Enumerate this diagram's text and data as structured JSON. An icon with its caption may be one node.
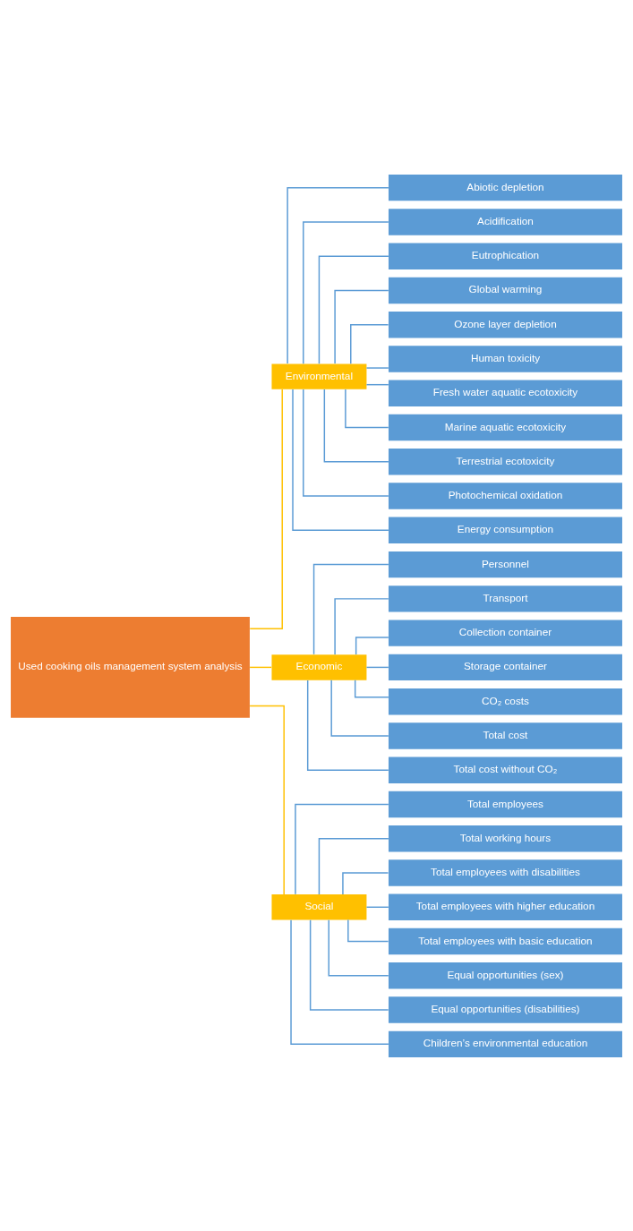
{
  "diagram": {
    "nodes": [
      {
        "text": [
          "Used cooking oils management system analysis"
        ]
      },
      {
        "text": [
          "Environmental"
        ]
      },
      {
        "text": [
          "Economic"
        ]
      },
      {
        "text": [
          "Social"
        ]
      },
      {
        "text": [
          "Abiotic depletion"
        ]
      },
      {
        "text": [
          "Acidification"
        ]
      },
      {
        "text": [
          "Eutrophication"
        ]
      },
      {
        "text": [
          "Global warming"
        ]
      },
      {
        "text": [
          "Ozone layer depletion"
        ]
      },
      {
        "text": [
          "Human toxicity"
        ]
      },
      {
        "text": [
          "Fresh water aquatic ecotoxicity"
        ]
      },
      {
        "text": [
          "Marine aquatic ecotoxicity"
        ]
      },
      {
        "text": [
          "Terrestrial ecotoxicity"
        ]
      },
      {
        "text": [
          "Photochemical oxidation"
        ]
      },
      {
        "text": [
          "Energy consumption"
        ]
      },
      {
        "text": [
          "Personnel"
        ]
      },
      {
        "text": [
          "Transport"
        ]
      },
      {
        "text": [
          "Collection container"
        ]
      },
      {
        "text": [
          "Storage container"
        ]
      },
      {
        "text": [
          "CO₂ costs"
        ]
      },
      {
        "text": [
          "Total cost"
        ]
      },
      {
        "text": [
          "Total cost without CO₂"
        ]
      },
      {
        "text": [
          "Total employees"
        ]
      },
      {
        "text": [
          "Total working hours"
        ]
      },
      {
        "text": [
          "Total employees with disabilities"
        ]
      },
      {
        "text": [
          "Total employees with higher education"
        ]
      },
      {
        "text": [
          "Total employees with basic education"
        ]
      },
      {
        "text": [
          "Equal opportunities (sex)"
        ]
      },
      {
        "text": [
          "Equal opportunities (disabilities)"
        ]
      },
      {
        "text": [
          "Children’s environmental education"
        ]
      }
    ],
    "edges": [
      {
        "from": 0,
        "to": 1,
        "arrow": "none",
        "color": "#ffc000"
      },
      {
        "from": 0,
        "to": 2,
        "arrow": "none",
        "color": "#ffc000"
      },
      {
        "from": 0,
        "to": 3,
        "arrow": "none",
        "color": "#ffc000"
      },
      {
        "from": 1,
        "to": 4,
        "arrow": "none"
      },
      {
        "from": 1,
        "to": 5,
        "arrow": "none"
      },
      {
        "from": 1,
        "to": 6,
        "arrow": "none"
      },
      {
        "from": 1,
        "to": 7,
        "arrow": "none"
      },
      {
        "from": 1,
        "to": 8,
        "arrow": "none"
      },
      {
        "from": 1,
        "to": 9,
        "arrow": "none"
      },
      {
        "from": 1,
        "to": 10,
        "arrow": "none"
      },
      {
        "from": 1,
        "to": 11,
        "arrow": "none"
      },
      {
        "from": 1,
        "to": 12,
        "arrow": "none"
      },
      {
        "from": 1,
        "to": 13,
        "arrow": "none"
      },
      {
        "from": 1,
        "to": 14,
        "arrow": "none"
      },
      {
        "from": 2,
        "to": 15,
        "arrow": "none"
      },
      {
        "from": 2,
        "to": 16,
        "arrow": "none"
      },
      {
        "from": 2,
        "to": 17,
        "arrow": "none"
      },
      {
        "from": 2,
        "to": 18,
        "arrow": "none"
      },
      {
        "from": 2,
        "to": 19,
        "arrow": "none"
      },
      {
        "from": 2,
        "to": 20,
        "arrow": "none"
      },
      {
        "from": 2,
        "to": 21,
        "arrow": "none"
      },
      {
        "from": 3,
        "to": 22,
        "arrow": "none"
      },
      {
        "from": 3,
        "to": 23,
        "arrow": "none"
      },
      {
        "from": 3,
        "to": 24,
        "arrow": "none"
      },
      {
        "from": 3,
        "to": 25,
        "arrow": "none"
      },
      {
        "from": 3,
        "to": 26,
        "arrow": "none"
      },
      {
        "from": 3,
        "to": 27,
        "arrow": "none"
      },
      {
        "from": 3,
        "to": 28,
        "arrow": "none"
      },
      {
        "from": 3,
        "to": 29,
        "arrow": "none"
      }
    ]
  }
}
